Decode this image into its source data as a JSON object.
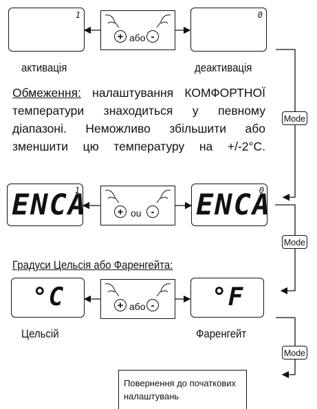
{
  "row1": {
    "left_value": "1",
    "right_value": "0",
    "middle_text": "або",
    "left_caption": "активація",
    "right_caption": "деактивація"
  },
  "paragraph": {
    "heading": "Обмеження:",
    "text": " налаштування КОМФОРТНОЇ температури знаходиться у певному діапазоні. Неможливо збільшити або зменшити цю температуру на +/-2°C."
  },
  "row2": {
    "left_display": "ENCA",
    "right_display": "ENCA",
    "left_value": "1",
    "right_value": "0",
    "middle_text": "ou"
  },
  "section_title": "Градуси Цельсія або Фаренгейта:",
  "row3": {
    "left_display": "°C",
    "right_display": "°F",
    "middle_text": "або",
    "left_caption": "Цельсій",
    "right_caption": "Фаренгейт"
  },
  "mode_label": "Mode",
  "plus_symbol": "+",
  "minus_symbol": "-",
  "return_note": "Повернення до початкових налаштувань"
}
